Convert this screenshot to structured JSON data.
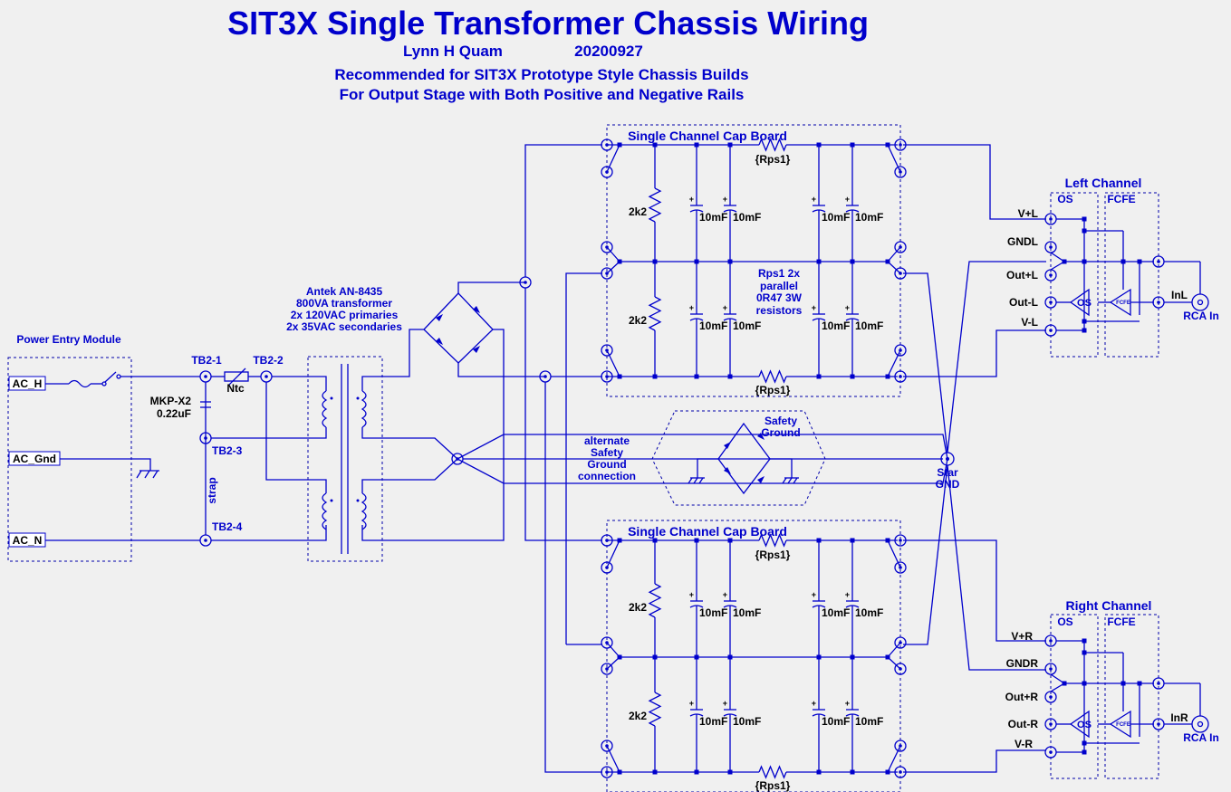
{
  "title": "SIT3X Single Transformer Chassis Wiring",
  "author": "Lynn H Quam",
  "date": "20200927",
  "subtitle1": "Recommended for SIT3X Prototype Style Chassis Builds",
  "subtitle2": "For Output Stage with Both Positive and Negative Rails",
  "power_entry": {
    "title": "Power Entry Module",
    "ac_h": "AC_H",
    "ac_gnd": "AC_Gnd",
    "ac_n": "AC_N"
  },
  "tb": {
    "tb2_1": "TB2-1",
    "tb2_2": "TB2-2",
    "tb2_3": "TB2-3",
    "tb2_4": "TB2-4",
    "strap": "strap",
    "ntc": "Ntc",
    "cap_name": "MKP-X2",
    "cap_value": "0.22uF"
  },
  "transformer": {
    "line1": "Antek AN-8435",
    "line2": "800VA transformer",
    "line3": "2x 120VAC primaries",
    "line4": "2x 35VAC secondaries"
  },
  "alt_ground": {
    "line1": "alternate",
    "line2": "Safety",
    "line3": "Ground",
    "line4": "connection"
  },
  "safety_ground": {
    "line1": "Safety",
    "line2": "Ground"
  },
  "star_gnd": {
    "line1": "Star",
    "line2": "GND"
  },
  "cap_board": {
    "title": "Single Channel Cap Board",
    "rps": "{Rps1}",
    "res": "2k2",
    "cap": "10mF",
    "note1": "Rps1 2x",
    "note2": "parallel",
    "note3": "0R47 3W",
    "note4": "resistors"
  },
  "left": {
    "title": "Left Channel",
    "os": "OS",
    "fcfe": "FCFE",
    "vplus": "V+L",
    "gnd": "GNDL",
    "outplus": "Out+L",
    "outminus": "Out-L",
    "vminus": "V-L",
    "in": "InL",
    "rca": "RCA In"
  },
  "right": {
    "title": "Right Channel",
    "os": "OS",
    "fcfe": "FCFE",
    "vplus": "V+R",
    "gnd": "GNDR",
    "outplus": "Out+R",
    "outminus": "Out-R",
    "vminus": "V-R",
    "in": "InR",
    "rca": "RCA In"
  },
  "amp_labels": {
    "os": "OS",
    "fcfe": "FCFE"
  }
}
